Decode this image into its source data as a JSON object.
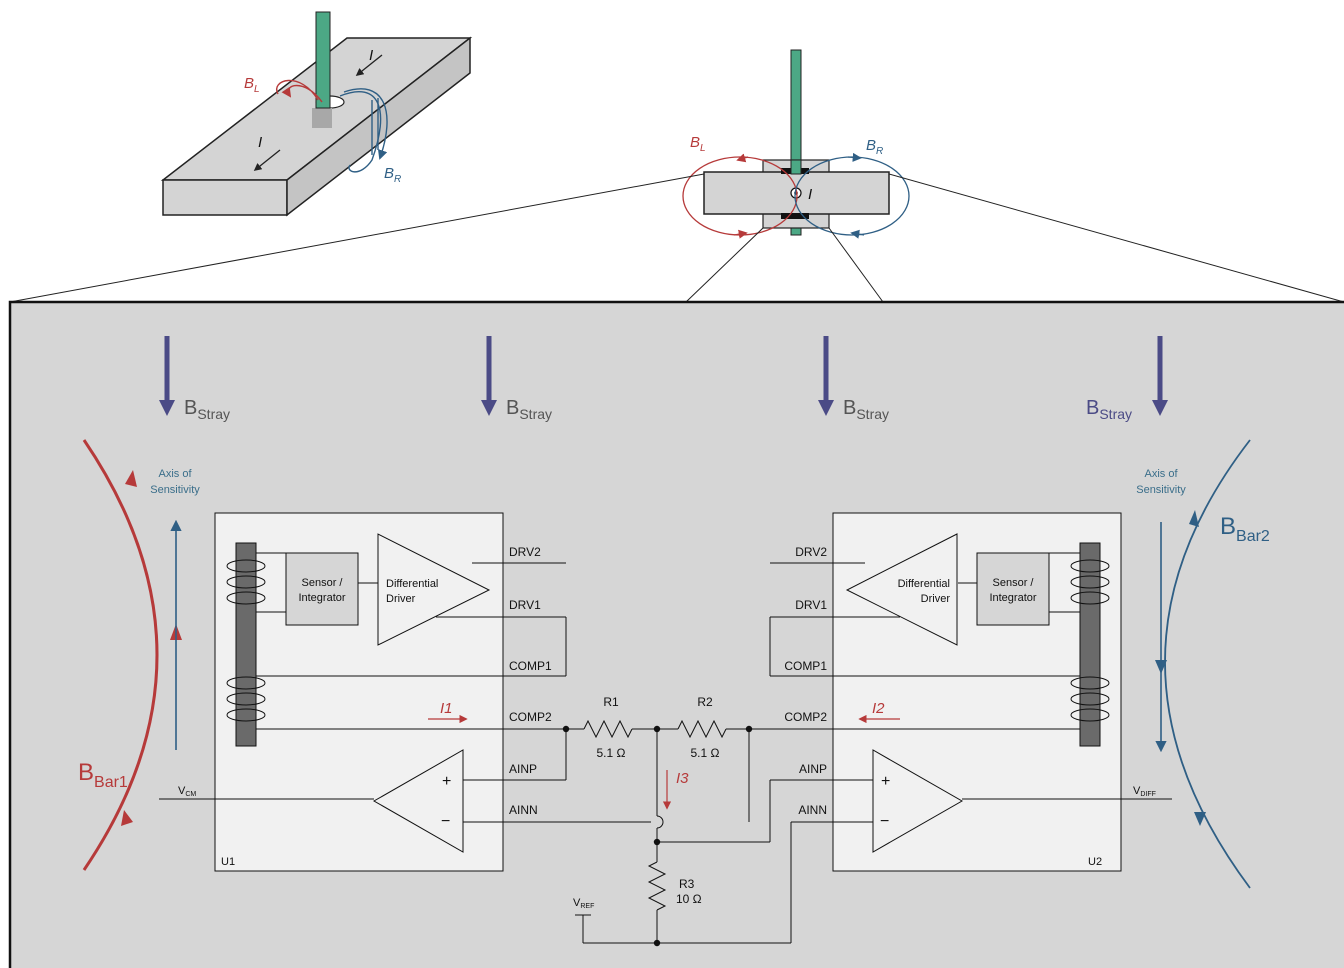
{
  "colors": {
    "panel": "#d6d6d6",
    "ic_box": "#f1f1f1",
    "red": "#b63a3a",
    "blue": "#2f5f85",
    "stray_arrow": "#4b4b86",
    "green": "#4ca885",
    "bar": "#d3d3d3"
  },
  "top_left": {
    "current_a": "I",
    "current_b": "I",
    "field_left": "B",
    "field_left_sub": "L",
    "field_right": "B",
    "field_right_sub": "R"
  },
  "top_center": {
    "current": "I",
    "field_left": "B",
    "field_left_sub": "L",
    "field_right": "B",
    "field_right_sub": "R"
  },
  "stray": {
    "main": "B",
    "sub": "Stray"
  },
  "axis_of_sensitivity": {
    "line1": "Axis of",
    "line2": "Sensitivity"
  },
  "bar1": {
    "main": "B",
    "sub": "Bar1"
  },
  "bar2": {
    "main": "B",
    "sub": "Bar2"
  },
  "u1": {
    "name": "U1",
    "sensor_line1": "Sensor /",
    "sensor_line2": "Integrator",
    "driver_line1": "Differential",
    "driver_line2": "Driver",
    "pins": {
      "drv2": "DRV2",
      "drv1": "DRV1",
      "comp1": "COMP1",
      "comp2": "COMP2",
      "ainp": "AINP",
      "ainn": "AINN"
    },
    "plus": "+",
    "minus": "−",
    "vcm_main": "V",
    "vcm_sub": "CM"
  },
  "u2": {
    "name": "U2",
    "sensor_line1": "Sensor /",
    "sensor_line2": "Integrator",
    "driver_line1": "Differential",
    "driver_line2": "Driver",
    "pins": {
      "drv2": "DRV2",
      "drv1": "DRV1",
      "comp1": "COMP1",
      "comp2": "COMP2",
      "ainp": "AINP",
      "ainn": "AINN"
    },
    "plus": "+",
    "minus": "−",
    "vdiff_main": "V",
    "vdiff_sub": "DIFF"
  },
  "currents": {
    "i1": "I1",
    "i2": "I2",
    "i3": "I3"
  },
  "r1": {
    "name": "R1",
    "value": "5.1 Ω"
  },
  "r2": {
    "name": "R2",
    "value": "5.1 Ω"
  },
  "r3": {
    "name": "R3",
    "value": "10 Ω"
  },
  "vref": {
    "main": "V",
    "sub": "REF"
  }
}
